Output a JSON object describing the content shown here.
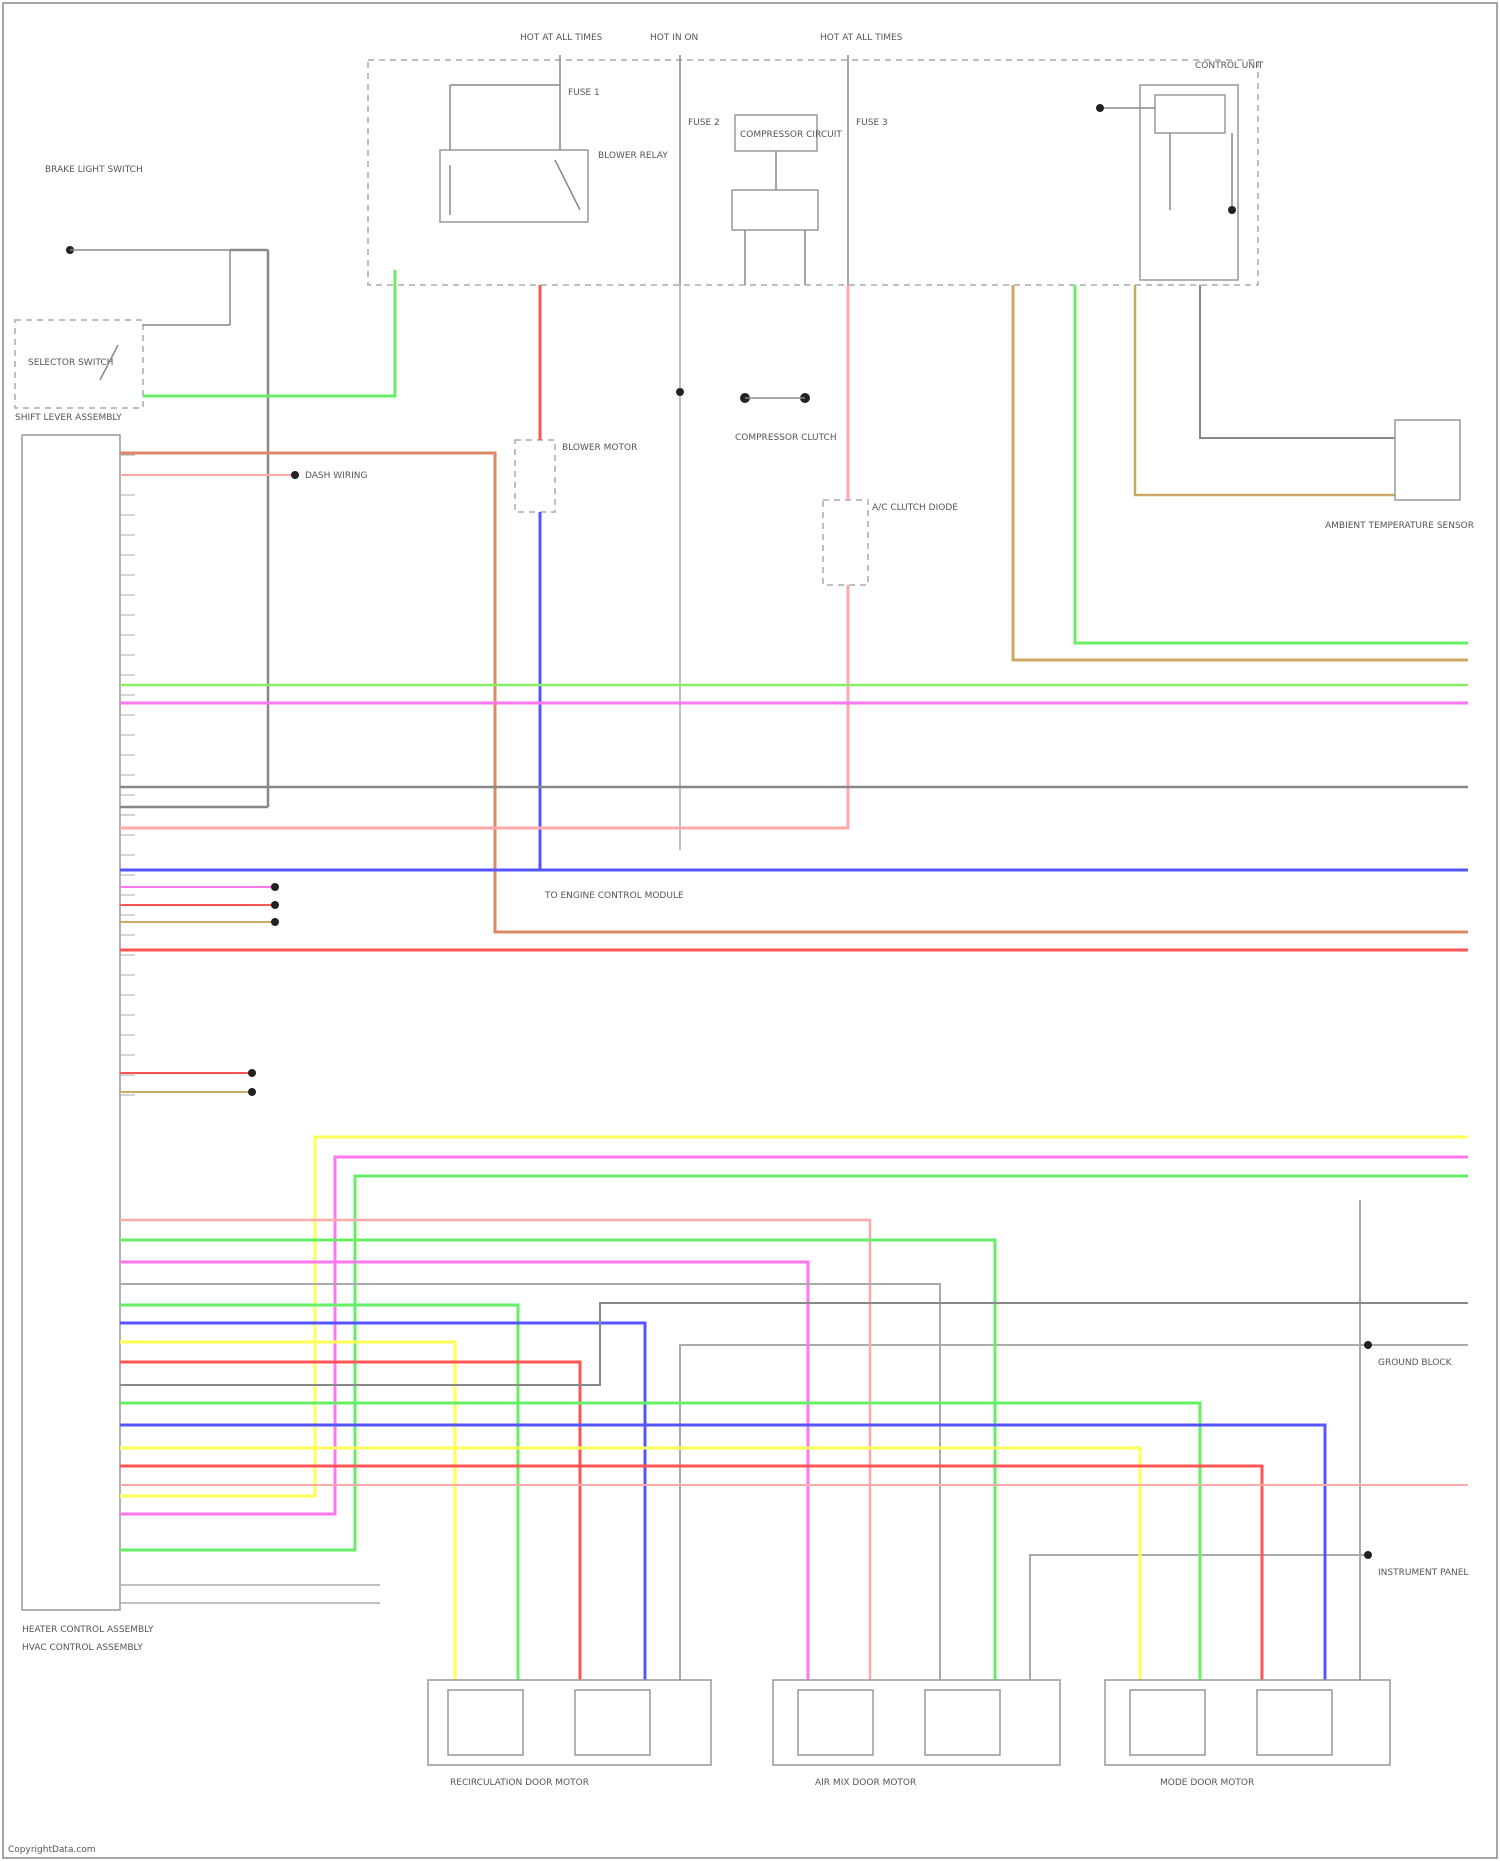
{
  "labels": {
    "hot_at_all_times_1": "HOT AT ALL TIMES",
    "hot_in_on": "HOT IN ON",
    "hot_at_all_times_2": "HOT AT ALL TIMES",
    "fuse_a": "FUSE 1",
    "fuse_b": "FUSE 2",
    "fuse_c": "FUSE 3",
    "blower_relay": "BLOWER RELAY",
    "compressor_circuit": "COMPRESSOR CIRCUIT",
    "control_unit": "CONTROL UNIT",
    "brake_light_switch": "BRAKE LIGHT SWITCH",
    "shift_lever": "SHIFT LEVER ASSEMBLY",
    "selector_switch": "SELECTOR SWITCH",
    "ecm_module": "ENGINE CONTROL MODULE",
    "heater_control": "HEATER CONTROL ASSEMBLY",
    "blower_motor": "BLOWER MOTOR",
    "compressor_clutch": "COMPRESSOR CLUTCH",
    "ac_clutch_diode": "A/C CLUTCH DIODE",
    "ambient_sensor": "AMBIENT TEMPERATURE SENSOR",
    "hvac_control": "HVAC CONTROL ASSEMBLY",
    "dash_wiring": "DASH WIRING",
    "to_ecm": "TO ENGINE CONTROL MODULE",
    "instrument_panel": "INSTRUMENT PANEL",
    "ground_block": "GROUND BLOCK",
    "motor_left": "RECIRCULATION DOOR MOTOR",
    "motor_mid": "AIR MIX DOOR MOTOR",
    "motor_right": "MODE DOOR MOTOR",
    "footer": "CopyrightData.com"
  },
  "wire_colors": {
    "green": "#66ee66",
    "pink": "#ff77ee",
    "red": "#ff5555",
    "blue": "#5555ff",
    "yellow": "#ffff55",
    "tan": "#ccaa66",
    "orange": "#dd8866",
    "gray": "#888888",
    "light_red": "#ffaaaa",
    "lime": "#88ee66"
  }
}
